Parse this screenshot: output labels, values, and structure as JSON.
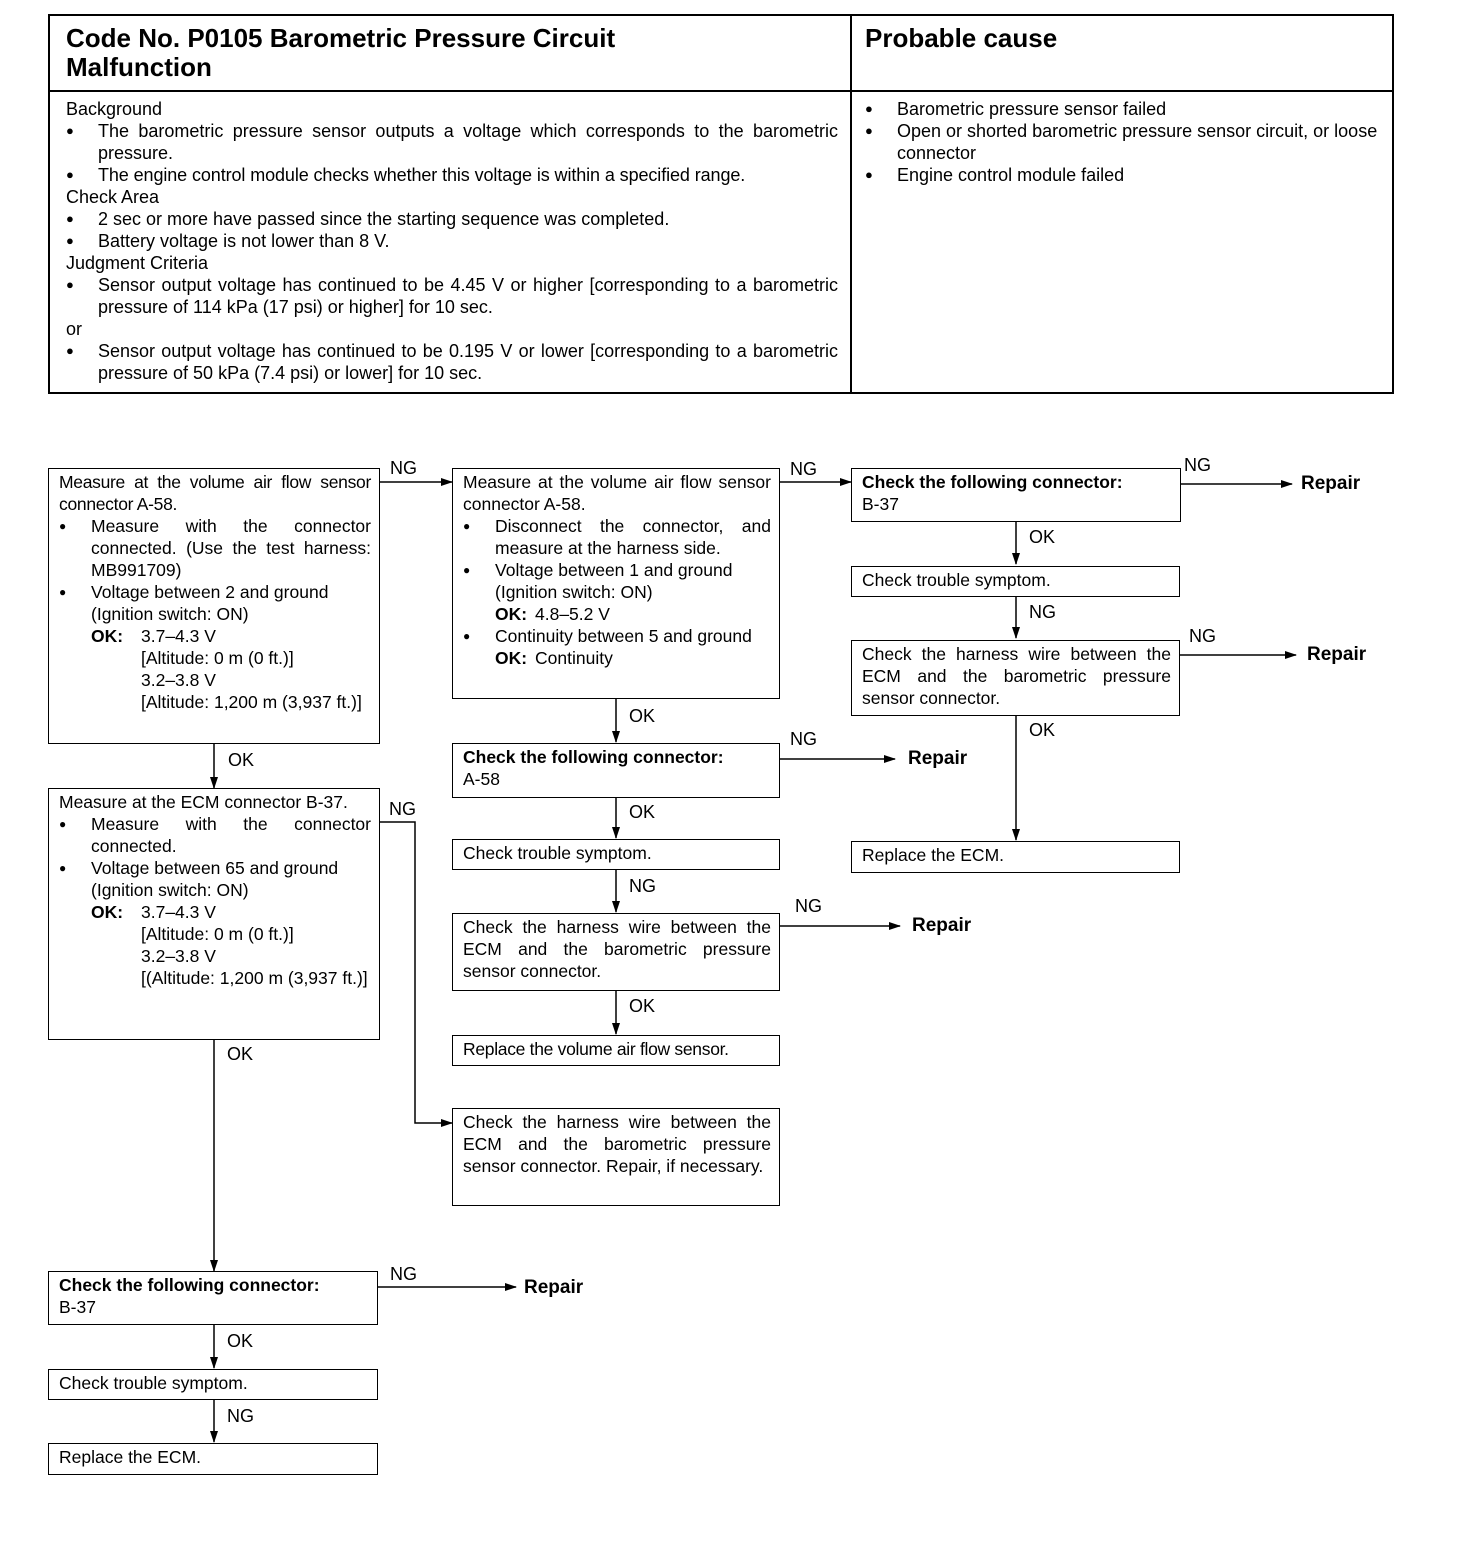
{
  "header": {
    "title": "Code No. P0105 Barometric Pressure Circuit Malfunction",
    "probable_cause_title": "Probable cause",
    "background_label": "Background",
    "background_items": [
      "The barometric pressure sensor outputs a voltage which corresponds to the barometric pressure.",
      "The engine control module checks whether this voltage is within a specified range."
    ],
    "check_area_label": "Check Area",
    "check_area_items": [
      "2 sec or more have passed since the starting sequence was completed.",
      "Battery voltage is not lower than 8 V."
    ],
    "judgment_label": "Judgment Criteria",
    "judgment_item_1": "Sensor output voltage has continued to be 4.45 V or higher [corresponding to a barometric pressure of 114 kPa (17 psi) or higher] for 10 sec.",
    "or_label": "or",
    "judgment_item_2": "Sensor output voltage has continued to be 0.195 V or lower [corresponding to a barometric pressure of 50 kPa (7.4 psi) or lower] for 10 sec.",
    "probable_causes": [
      "Barometric pressure sensor failed",
      "Open or shorted barometric pressure sensor circuit, or loose connector",
      "Engine control module failed"
    ]
  },
  "flow": {
    "box1": {
      "line1": "Measure at the volume air flow sensor connector A-58.",
      "item1": "Measure with the connector connected. (Use the test harness: MB991709)",
      "item2": "Voltage between 2 and ground (Ignition switch: ON)",
      "ok_label": "OK:",
      "ok1": "3.7–4.3 V",
      "alt1": "[Altitude: 0 m (0 ft.)]",
      "ok2": "3.2–3.8 V",
      "alt2": "[Altitude: 1,200 m (3,937 ft.)]"
    },
    "box2": {
      "line1": "Measure at the ECM connector B-37.",
      "item1": "Measure with the connector connected.",
      "item2": "Voltage between 65 and ground (Ignition switch: ON)",
      "ok_label": "OK:",
      "ok1": "3.7–4.3 V",
      "alt1": "[Altitude: 0 m (0 ft.)]",
      "ok2": "3.2–3.8 V",
      "alt2": "[(Altitude: 1,200 m (3,937 ft.)]"
    },
    "box3": {
      "title": "Check the following connector:",
      "value": "B-37"
    },
    "box4": {
      "text": "Check trouble symptom."
    },
    "box5": {
      "text": "Replace the ECM."
    },
    "box6": {
      "line1": "Measure at the volume air flow sensor connector A-58.",
      "item1": "Disconnect the connector, and measure at the harness side.",
      "item2": "Voltage between 1 and ground (Ignition switch: ON)",
      "ok_label": "OK:",
      "ok_value": "4.8–5.2 V",
      "item3": "Continuity between 5 and ground",
      "ok2_value": "Continuity"
    },
    "box7": {
      "title": "Check the following connector:",
      "value": "A-58"
    },
    "box8": {
      "text": "Check trouble symptom."
    },
    "box9": {
      "text": "Check the harness wire between the ECM and the barometric pressure sensor connector."
    },
    "box10": {
      "text": "Replace the volume air flow sensor."
    },
    "box11": {
      "text": "Check the harness wire between the ECM and the barometric pressure sensor connector. Repair, if necessary."
    },
    "box12": {
      "title": "Check the following connector:",
      "value": "B-37"
    },
    "box13": {
      "text": "Check trouble symptom."
    },
    "box14": {
      "text": "Check the harness wire between the ECM and the barometric pressure sensor connector."
    },
    "box15": {
      "text": "Replace the ECM."
    },
    "ng": "NG",
    "ok": "OK",
    "repair": "Repair"
  }
}
